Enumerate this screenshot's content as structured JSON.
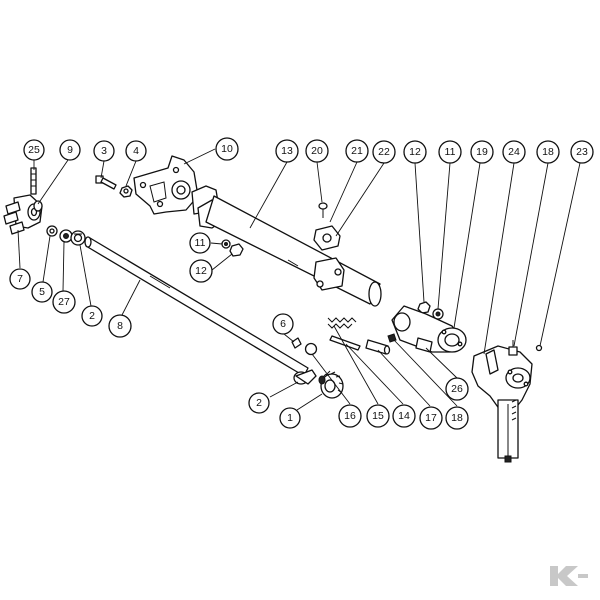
{
  "diagram": {
    "callouts": [
      {
        "id": "c25",
        "label": "25"
      },
      {
        "id": "c9",
        "label": "9"
      },
      {
        "id": "c3",
        "label": "3"
      },
      {
        "id": "c4",
        "label": "4"
      },
      {
        "id": "c10",
        "label": "10"
      },
      {
        "id": "c13",
        "label": "13"
      },
      {
        "id": "c20",
        "label": "20"
      },
      {
        "id": "c21",
        "label": "21"
      },
      {
        "id": "c22",
        "label": "22"
      },
      {
        "id": "c12a",
        "label": "12"
      },
      {
        "id": "c11a",
        "label": "11"
      },
      {
        "id": "c19",
        "label": "19"
      },
      {
        "id": "c24",
        "label": "24"
      },
      {
        "id": "c18a",
        "label": "18"
      },
      {
        "id": "c23",
        "label": "23"
      },
      {
        "id": "c11b",
        "label": "11"
      },
      {
        "id": "c12b",
        "label": "12"
      },
      {
        "id": "c7",
        "label": "7"
      },
      {
        "id": "c5",
        "label": "5"
      },
      {
        "id": "c27",
        "label": "27"
      },
      {
        "id": "c2a",
        "label": "2"
      },
      {
        "id": "c8",
        "label": "8"
      },
      {
        "id": "c6",
        "label": "6"
      },
      {
        "id": "c2b",
        "label": "2"
      },
      {
        "id": "c1",
        "label": "1"
      },
      {
        "id": "c16",
        "label": "16"
      },
      {
        "id": "c15",
        "label": "15"
      },
      {
        "id": "c14",
        "label": "14"
      },
      {
        "id": "c17",
        "label": "17"
      },
      {
        "id": "c18b",
        "label": "18"
      },
      {
        "id": "c26",
        "label": "26"
      }
    ]
  },
  "brand": {
    "logo_name": "kramp-logo",
    "logo_color": "#c8c8c8"
  },
  "colors": {
    "line": "#111111",
    "background": "#ffffff"
  }
}
